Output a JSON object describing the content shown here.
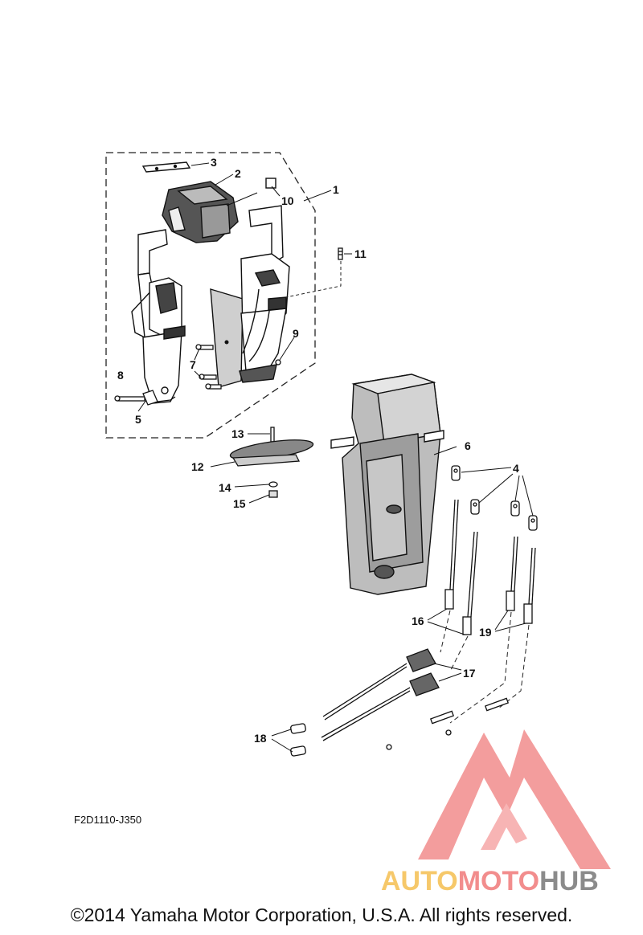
{
  "diagram": {
    "callouts": [
      "1",
      "2",
      "3",
      "4",
      "5",
      "6",
      "7",
      "8",
      "9",
      "10",
      "11",
      "12",
      "13",
      "14",
      "15",
      "16",
      "17",
      "18",
      "19"
    ],
    "reference_code": "F2D1110-J350",
    "copyright": "©2014 Yamaha Motor Corporation, U.S.A. All rights reserved."
  },
  "watermark": {
    "brand_part1": "AUTO",
    "brand_part2": "MOTO",
    "brand_part3": "HUB",
    "colors": {
      "auto": "#f6c86a",
      "moto": "#f28d8d",
      "hub": "#8b8b8b",
      "logo": "#f28d8d"
    }
  }
}
